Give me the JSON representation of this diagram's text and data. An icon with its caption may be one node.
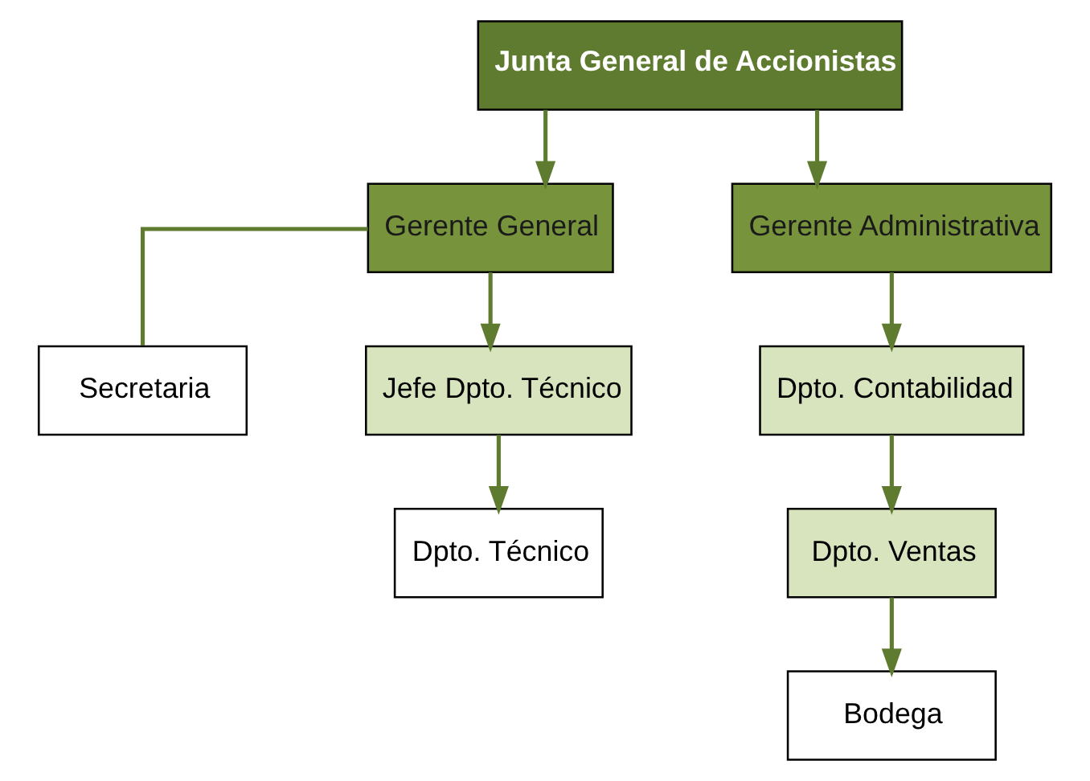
{
  "diagram": {
    "nodes": [
      {
        "text": [
          "Junta General de Accionistas"
        ]
      },
      {
        "text": [
          "Gerente General"
        ]
      },
      {
        "text": [
          "Gerente Administrativa"
        ]
      },
      {
        "text": [
          "Secretaria"
        ]
      },
      {
        "text": [
          "Jefe Dpto. Técnico"
        ]
      },
      {
        "text": [
          "Dpto. Técnico"
        ]
      },
      {
        "text": [
          "Dpto. Contabilidad"
        ]
      },
      {
        "text": [
          "Dpto. Ventas"
        ]
      },
      {
        "text": [
          "Bodega"
        ]
      }
    ],
    "edges": [
      {
        "from": 0,
        "to": 1,
        "arrow": "to"
      },
      {
        "from": 0,
        "to": 2,
        "arrow": "to"
      },
      {
        "from": 1,
        "to": 3,
        "arrow": "none"
      },
      {
        "from": 1,
        "to": 4,
        "arrow": "to"
      },
      {
        "from": 4,
        "to": 5,
        "arrow": "to"
      },
      {
        "from": 2,
        "to": 6,
        "arrow": "to"
      },
      {
        "from": 6,
        "to": 7,
        "arrow": "to"
      },
      {
        "from": 7,
        "to": 8,
        "arrow": "to"
      }
    ]
  }
}
